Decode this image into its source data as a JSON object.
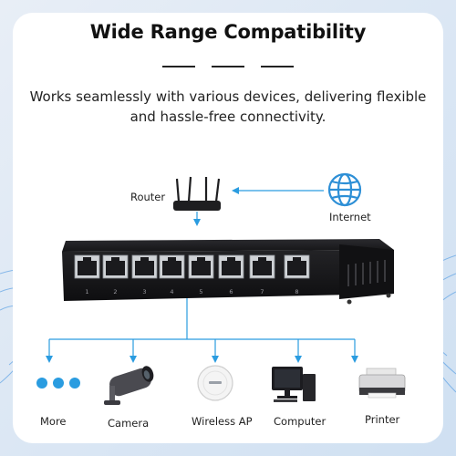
{
  "header": {
    "title": "Wide Range Compatibility",
    "subtitle_line1": "Works seamlessly with various devices, delivering flexible",
    "subtitle_line2": "and hassle-free connectivity."
  },
  "top_devices": {
    "router": {
      "label": "Router",
      "icon": "router-icon"
    },
    "internet": {
      "label": "Internet",
      "icon": "globe-icon"
    }
  },
  "switch": {
    "port_numbers": [
      "1",
      "2",
      "3",
      "4",
      "5",
      "6",
      "7",
      "8"
    ]
  },
  "bottom_devices": [
    {
      "label": "More",
      "icon": "more-dots-icon"
    },
    {
      "label": "Camera",
      "icon": "security-camera-icon"
    },
    {
      "label": "Wireless AP",
      "icon": "wireless-ap-icon"
    },
    {
      "label": "Computer",
      "icon": "computer-icon"
    },
    {
      "label": "Printer",
      "icon": "printer-icon"
    }
  ],
  "colors": {
    "accent": "#2a9ce0",
    "globe": "#2d8fd6",
    "switch_body": "#1f1f22",
    "background": "#dfe8f3"
  }
}
